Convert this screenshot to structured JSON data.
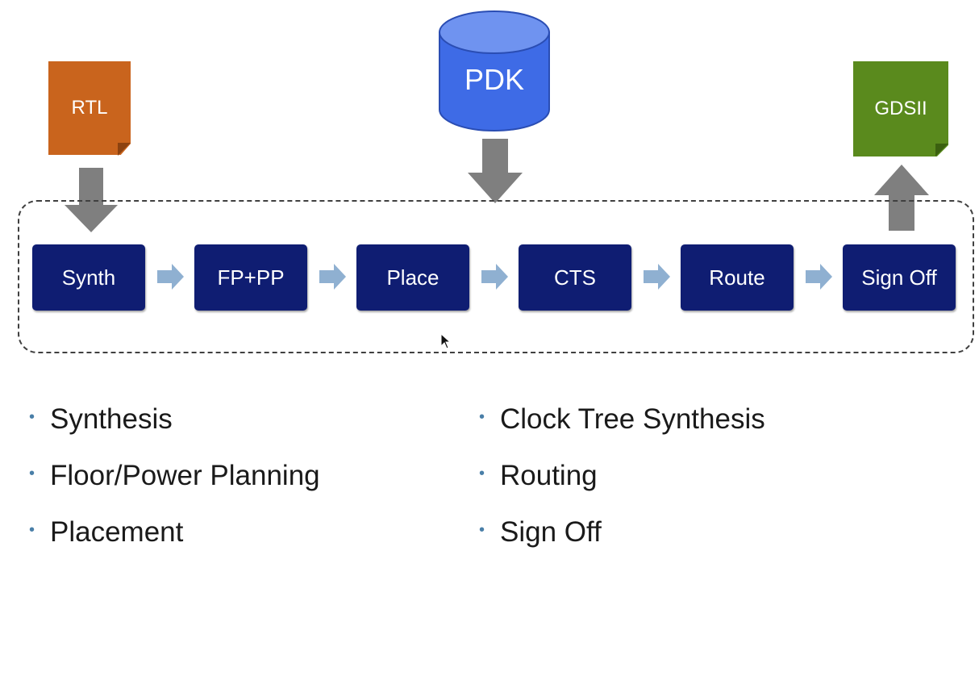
{
  "inputs": {
    "rtl": {
      "label": "RTL",
      "color": "#c9641d"
    },
    "pdk": {
      "label": "PDK",
      "color": "#3e6be6"
    },
    "gdsii": {
      "label": "GDSII",
      "color": "#5a8a1d"
    }
  },
  "steps": [
    {
      "label": "Synth"
    },
    {
      "label": "FP+PP"
    },
    {
      "label": "Place"
    },
    {
      "label": "CTS"
    },
    {
      "label": "Route"
    },
    {
      "label": "Sign Off"
    }
  ],
  "bullets_left": [
    "Synthesis",
    "Floor/Power Planning",
    "Placement"
  ],
  "bullets_right": [
    "Clock Tree Synthesis",
    "Routing",
    "Sign Off"
  ],
  "colors": {
    "step_box": "#0f1d72",
    "step_arrow": "#8fb0d1",
    "big_arrow": "#7f7f7f",
    "bullet_dot": "#4a7fa8"
  }
}
